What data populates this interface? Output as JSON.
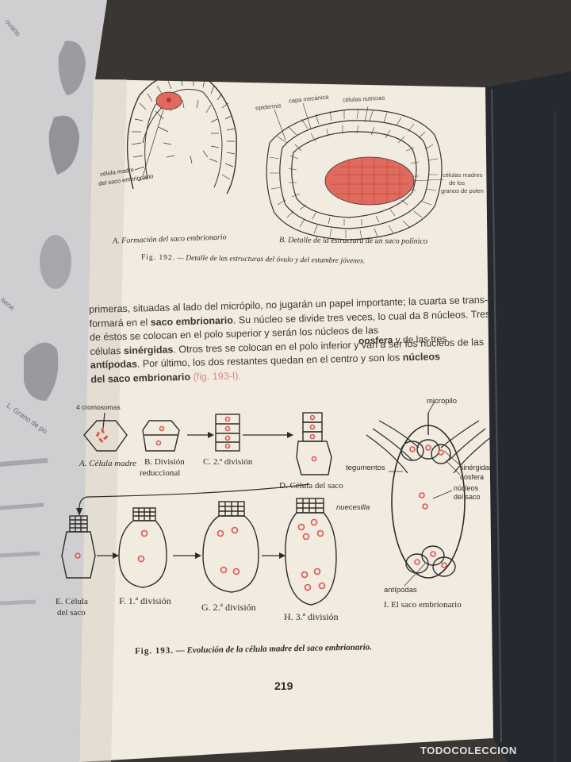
{
  "figure192": {
    "panel_a_caption": "A. Formación del saco embrionario",
    "panel_b_caption": "B. Detalle de la estructura de un saco polínico",
    "caption_prefix": "Fig. 192.",
    "caption_text": "— Detalle de las estructuras del óvulo y del estambre jóvenes.",
    "labels_b": {
      "epidermis": "epidermis",
      "capa_mecanica": "capa mecánica",
      "celulas_nutricias": "células nutricias",
      "celulas_madre_1": "células madres",
      "celulas_madre_2": "de los",
      "celulas_madre_3": "granos de polen"
    },
    "labels_a": {
      "line1": "célula madre",
      "line2": "del saco embrionario"
    }
  },
  "paragraph": {
    "line1": "primeras, situadas al lado del micrópilo, no jugarán un papel importante; la cuarta se trans-",
    "line2_a": "formará en el ",
    "line2_b": "saco embrionario",
    "line2_c": ". Su núcleo se divide tres veces, lo cual da 8 núcleos. Tres",
    "line3": "de éstos se colocan en el polo superior y serán los núcleos de las",
    "line4_a": "células ",
    "line4_b": "sinérgidas",
    "line4_c": ". Otros tres se colocan en el polo inferior y van a ser los núcleos de las",
    "line5_a": "antípodas",
    "line5_b": ". Por último, los dos restantes quedan en el centro y son los ",
    "line5_c": "núcleos",
    "line6_a": "del saco embrionario",
    "line6_b": " (fig. 193-I).",
    "line4_right_a": "oosfera",
    "line4_right_b": " y de las tres"
  },
  "figure193": {
    "cromosomas": "4 cromosomas",
    "A": "A. Célula madre",
    "B1": "B. División",
    "B2": "reduccional",
    "C": "C. 2.ª división",
    "D": "D. Célula del saco",
    "E1": "E. Célula",
    "E2": "del saco",
    "F": "F. 1.ª división",
    "G": "G. 2.ª división",
    "H": "H. 3.ª división",
    "I": "I. El saco embrionario",
    "micropilo": "micropilo",
    "tegumentos": "tegumentos",
    "sinergidas": "sinérgidas",
    "oosfera": "oosfera",
    "nucleos1": "núcleos",
    "nucleos2": "del saco",
    "nucecilla": "nuecesilla",
    "antipodas": "antípodas",
    "caption_prefix": "Fig. 193.",
    "caption_text": "— Evolución de la célula madre del saco embrionario."
  },
  "page_number": "219",
  "left_page_fragments": {
    "t1": "ovario",
    "t2": "tiene",
    "t3": "L. Grano de po"
  },
  "watermark": "TODOCOLECCION",
  "colors": {
    "page": "#f1ebe0",
    "accent_red": "#d0473f",
    "ink": "#2e2a26"
  }
}
